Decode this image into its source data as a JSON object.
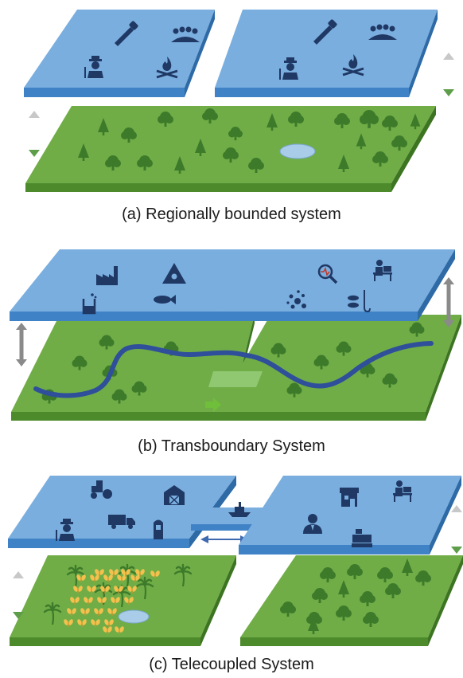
{
  "panels": [
    {
      "id": "a",
      "caption": "(a) Regionally bounded system"
    },
    {
      "id": "b",
      "caption": "(b) Transboundary System"
    },
    {
      "id": "c",
      "caption": "(c) Telecoupled System"
    }
  ],
  "colors": {
    "social_top": "#7aaedf",
    "social_front": "#3f82c6",
    "social_side": "#2d6aa6",
    "land_top": "#70ad47",
    "land_front": "#4d8a2c",
    "land_side": "#3d7422",
    "tree": "#3d7a2a",
    "river": "#2f4f9a",
    "icon": "#1f3864",
    "arrow_green": "#5e9e4a",
    "arrow_grey": "#8a8a8a",
    "palm": "#3d7a2a",
    "crop": "#f2c14e",
    "water": "#a9cde8"
  },
  "icons": {
    "panel_a_left": [
      "saw-icon",
      "meeting-icon",
      "farmer-icon",
      "campfire-icon"
    ],
    "panel_a_right": [
      "saw-icon",
      "meeting-icon",
      "farmer-icon",
      "campfire-icon"
    ],
    "panel_b_left": [
      "factory-icon",
      "toxic-hazard-icon",
      "lab-beaker-icon",
      "fish-icon"
    ],
    "panel_b_right": [
      "magnifier-analysis-icon",
      "office-worker-icon",
      "particles-icon",
      "fishing-icon"
    ],
    "panel_c_left": [
      "tractor-icon",
      "barn-icon",
      "farmer-icon",
      "truck-icon",
      "silo-icon"
    ],
    "panel_c_right": [
      "shop-icon",
      "office-worker-icon",
      "businessman-icon",
      "cash-register-icon"
    ],
    "panel_c_link": [
      "ship-icon"
    ]
  }
}
